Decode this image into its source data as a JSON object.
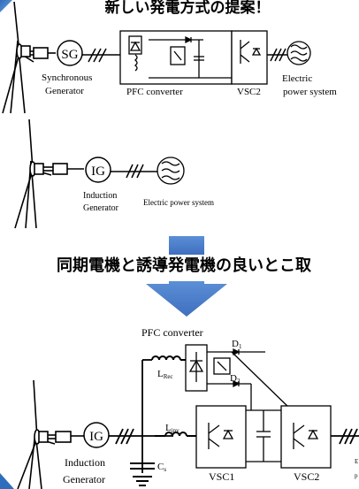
{
  "title_top": "新しい発電方式の提案！",
  "middle_caption": "同期電機と誘導発電機の良いとこ取",
  "diagram1": {
    "generator_symbol": "SG",
    "generator_label_1": "Synchronous",
    "generator_label_2": "Generator",
    "converter_label": "PFC converter",
    "vsc_label": "VSC2",
    "grid_label_1": "Electric",
    "grid_label_2": "power system"
  },
  "diagram2": {
    "generator_symbol": "IG",
    "generator_label_1": "Induction",
    "generator_label_2": "Generator",
    "grid_label": "Electric power system"
  },
  "diagram3": {
    "pfc_title": "PFC converter",
    "d1": "D",
    "d1_sub": "1",
    "d2": "D",
    "d2_sub": "2",
    "lrec": "L",
    "lrec_sub": "Rec",
    "linv": "L",
    "linv_sub": "inv",
    "cs": "C",
    "cs_sub": "s",
    "generator_symbol": "IG",
    "generator_label_1": "Induction",
    "generator_label_2": "Generator",
    "vsc1_label": "VSC1",
    "vsc2_label": "VSC2",
    "grid_partial_1": "E",
    "grid_partial_2": "p"
  },
  "colors": {
    "arrow": "#4472c4",
    "frame_bar": "#2e6ebd",
    "text": "#000000"
  }
}
